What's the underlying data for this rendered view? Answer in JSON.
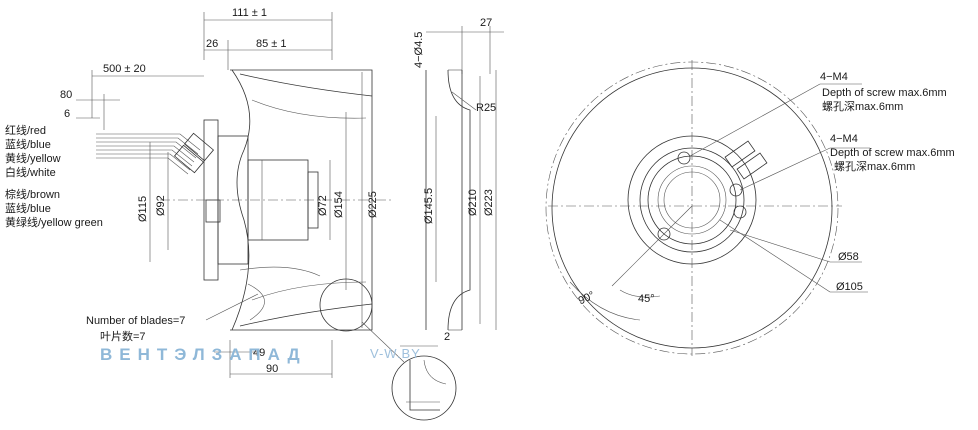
{
  "side_view": {
    "dim_overall_width": "111 ± 1",
    "dim_hub_offset": "26",
    "dim_body_width": "85 ± 1",
    "dim_cable_length": "500 ± 20",
    "dim_strip_80": "80",
    "dim_strip_6": "6",
    "dim_d115": "Ø115",
    "dim_d92": "Ø92",
    "dim_d72": "Ø72",
    "dim_d154": "Ø154",
    "dim_d225": "Ø225",
    "dim_49": "49",
    "dim_90": "90",
    "blades_en": "Number of blades=7",
    "blades_cn": "叶片数=7",
    "wires_group1": [
      "红线/red",
      "蓝线/blue",
      "黄线/yellow",
      "白线/white"
    ],
    "wires_group2": [
      "棕线/brown",
      "蓝线/blue",
      "黄绿线/yellow green"
    ]
  },
  "ring_view": {
    "dim_hole": "4−Ø4.5",
    "dim_27": "27",
    "dim_r25": "R25",
    "dim_d145": "Ø145.5",
    "dim_d210": "Ø210",
    "dim_d223": "Ø223",
    "dim_2": "2"
  },
  "front_view": {
    "m4_label_1": "4−M4",
    "m4_depth_en_1": "Depth of screw max.6mm",
    "m4_depth_cn_1": "螺孔深max.6mm",
    "m4_label_2": "4−M4",
    "m4_depth_en_2": "Depth of screw max.6mm",
    "m4_depth_cn_2": "螺孔深max.6mm",
    "dim_d58": "Ø58",
    "dim_d105": "Ø105",
    "angle_90": "90°",
    "angle_45": "45°"
  },
  "watermark": {
    "company": "ВЕНТЭЛЗАПАД",
    "site": "V-W.BY"
  },
  "colors": {
    "line": "#333333",
    "watermark": "#8fb8d8"
  }
}
